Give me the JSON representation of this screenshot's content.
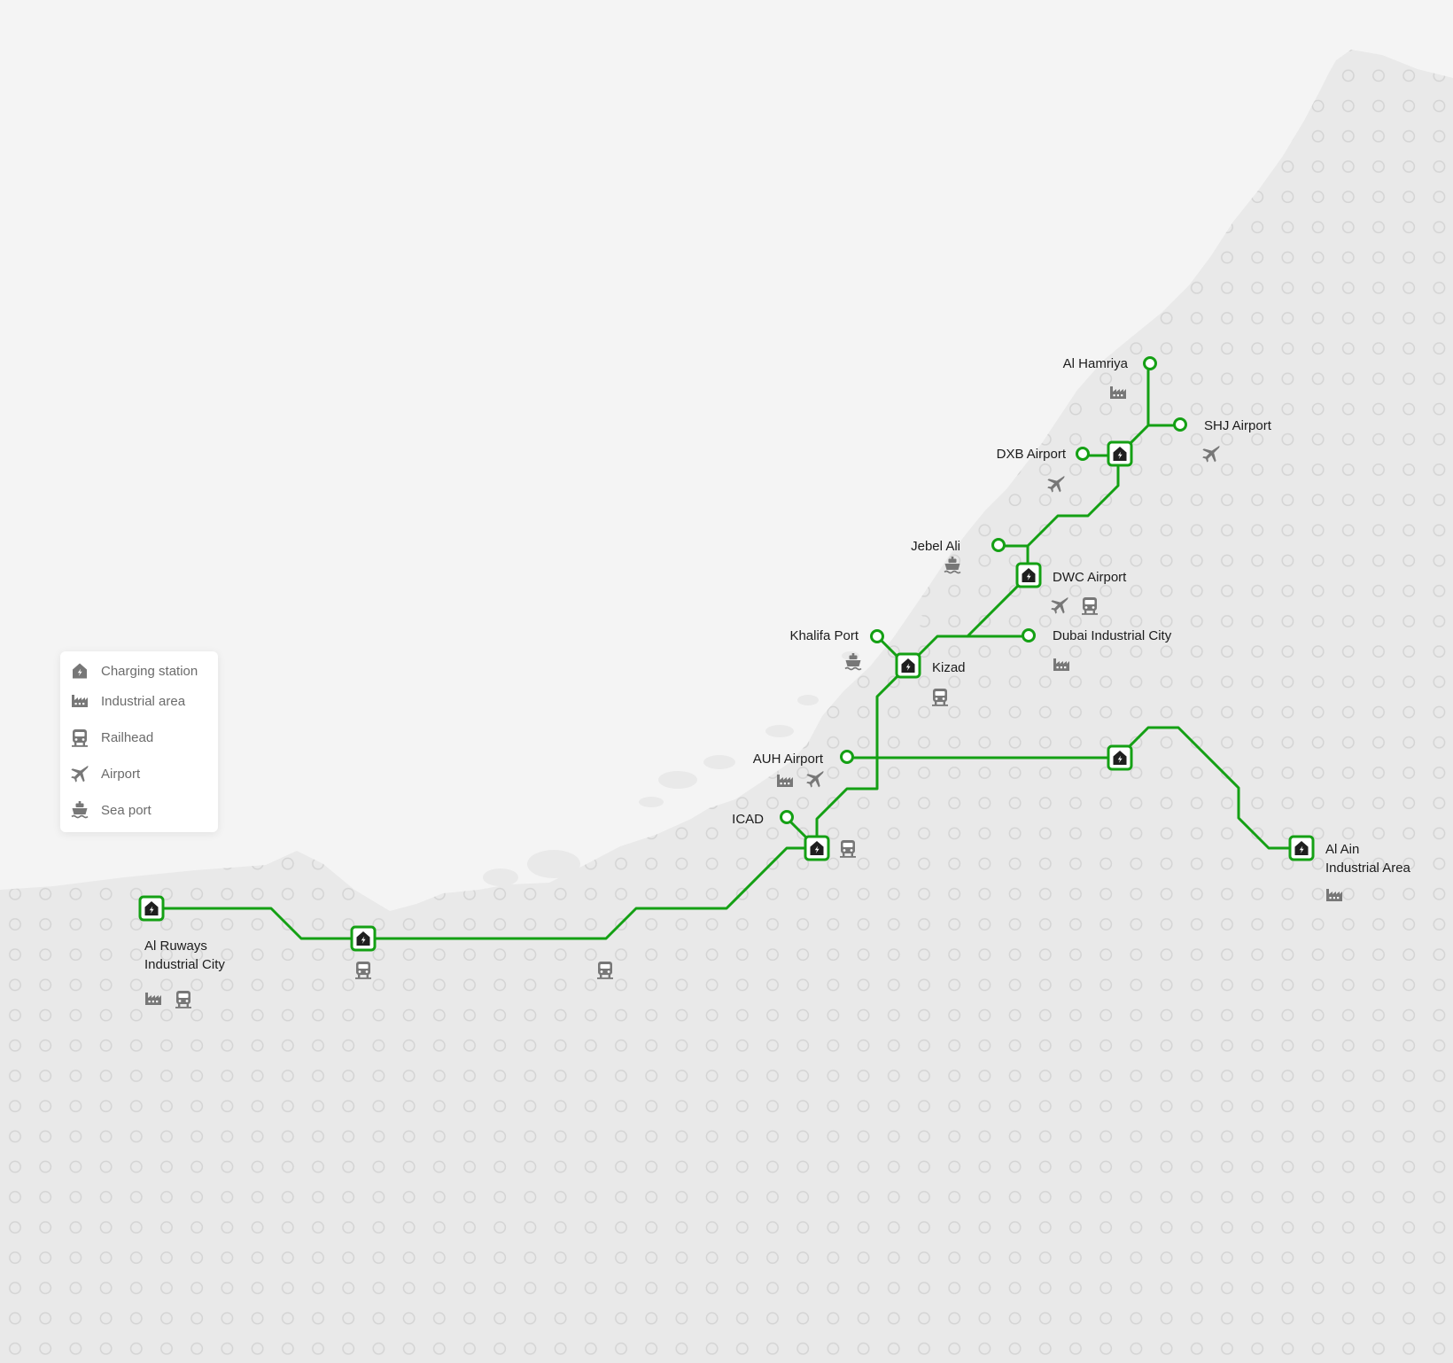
{
  "colors": {
    "route": "#14a014",
    "icon": "#777777",
    "dot": "#d4d4d4",
    "land": "#e9e9e9",
    "sea": "#f4f4f4"
  },
  "legend": {
    "items": [
      {
        "icon": "charging-station-icon",
        "label": "Charging station"
      },
      {
        "icon": "industrial-area-icon",
        "label": "Industrial area"
      },
      {
        "icon": "railhead-icon",
        "label": "Railhead"
      },
      {
        "icon": "airport-icon",
        "label": "Airport"
      },
      {
        "icon": "sea-port-icon",
        "label": "Sea port"
      }
    ]
  },
  "locations": {
    "al_hamriya": {
      "name": "Al Hamriya",
      "type": "endpoint",
      "amenities": [
        "industrial-area"
      ]
    },
    "shj_airport": {
      "name": "SHJ Airport",
      "type": "endpoint",
      "amenities": [
        "airport"
      ]
    },
    "dxb_airport": {
      "name": "DXB Airport",
      "type": "endpoint",
      "amenities": [
        "airport"
      ]
    },
    "jebel_ali": {
      "name": "Jebel Ali",
      "type": "endpoint",
      "amenities": [
        "sea-port"
      ]
    },
    "dwc_airport": {
      "name": "DWC Airport",
      "type": "charging-station",
      "amenities": [
        "airport",
        "railhead"
      ]
    },
    "khalifa_port": {
      "name": "Khalifa Port",
      "type": "endpoint",
      "amenities": [
        "sea-port"
      ]
    },
    "dubai_industrial_city": {
      "name": "Dubai Industrial City",
      "type": "endpoint",
      "amenities": [
        "industrial-area"
      ]
    },
    "kizad": {
      "name": "Kizad",
      "type": "charging-station",
      "amenities": [
        "railhead"
      ]
    },
    "auh_airport": {
      "name": "AUH Airport",
      "type": "endpoint",
      "amenities": [
        "industrial-area",
        "airport"
      ]
    },
    "icad": {
      "name": "ICAD",
      "type": "endpoint",
      "amenities": []
    },
    "al_ain": {
      "name_lines": [
        "Al Ain",
        "Industrial Area"
      ],
      "type": "charging-station",
      "amenities": [
        "industrial-area"
      ]
    },
    "al_ruways": {
      "name_lines": [
        "Al Ruways",
        "Industrial City"
      ],
      "type": "charging-station",
      "amenities": [
        "industrial-area",
        "railhead"
      ]
    }
  }
}
